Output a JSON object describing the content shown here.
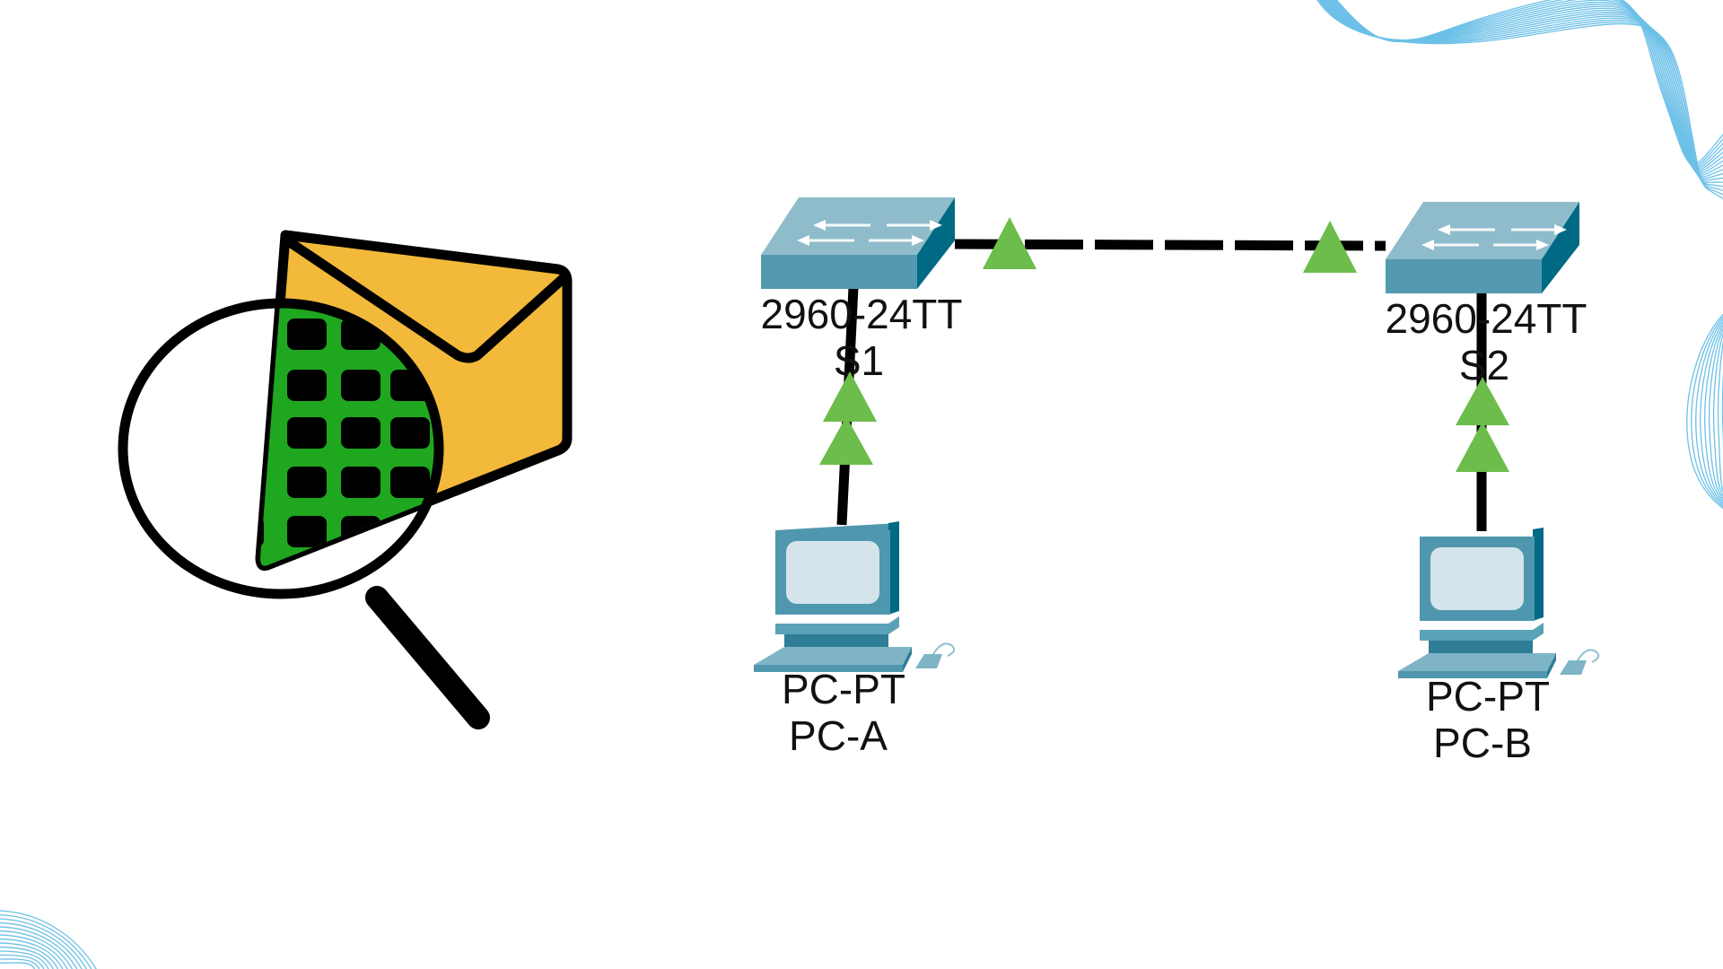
{
  "slide": {
    "background": "#ffffff",
    "decoration_color": "#6cc0e8"
  },
  "icon": {
    "name": "email-inspection-icon",
    "envelope_color": "#f2b93b",
    "grid_color": "#1fa71f",
    "outline_color": "#000000"
  },
  "topology": {
    "link_status_color": "#6cbd4b",
    "device_color": "#4f97ae",
    "devices": [
      {
        "id": "S1",
        "type": "switch",
        "model": "2960-24TT",
        "name": "S1"
      },
      {
        "id": "S2",
        "type": "switch",
        "model": "2960-24TT",
        "name": "S2"
      },
      {
        "id": "PC-A",
        "type": "pc",
        "model": "PC-PT",
        "name": "PC-A"
      },
      {
        "id": "PC-B",
        "type": "pc",
        "model": "PC-PT",
        "name": "PC-B"
      }
    ],
    "links": [
      {
        "from": "S1",
        "to": "S2",
        "style": "dashed",
        "status_from": "up",
        "status_to": "up"
      },
      {
        "from": "S1",
        "to": "PC-A",
        "style": "solid",
        "status_from": "up",
        "status_to": "up"
      },
      {
        "from": "S2",
        "to": "PC-B",
        "style": "solid",
        "status_from": "up",
        "status_to": "up"
      }
    ]
  }
}
